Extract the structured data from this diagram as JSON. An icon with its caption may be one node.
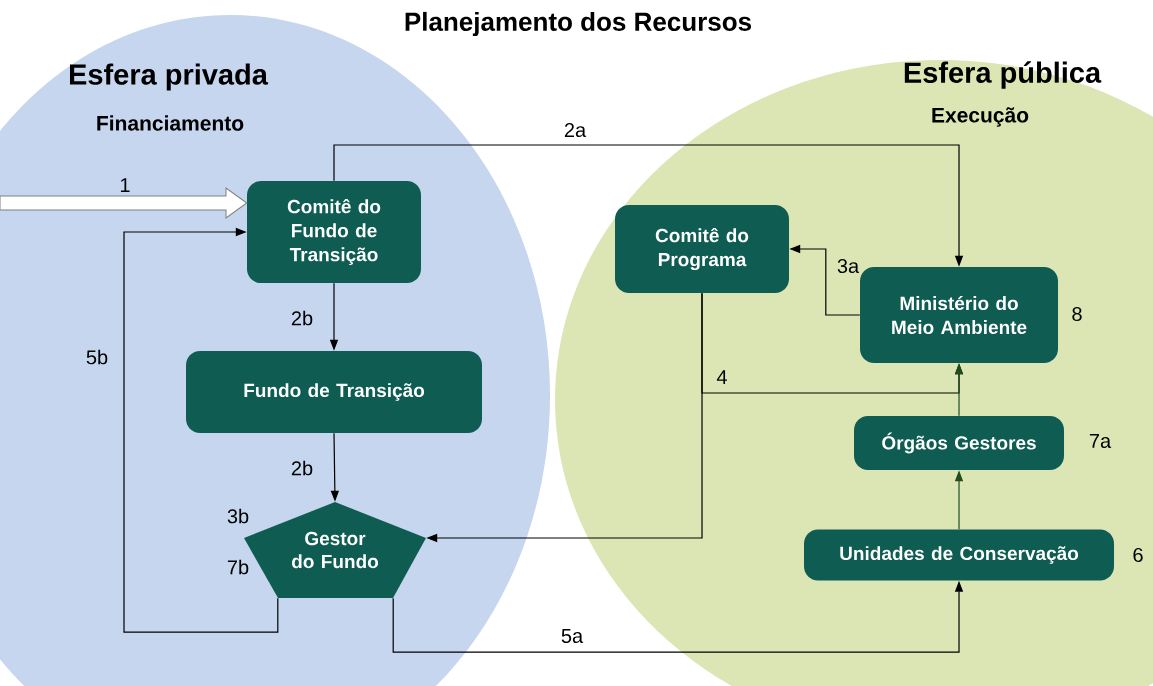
{
  "diagram": {
    "title": "Planejamento dos Recursos",
    "nodes": [
      {
        "text": [
          "Esfera privada",
          "Financiamento"
        ]
      },
      {
        "text": [
          "Esfera pública",
          "Execução"
        ]
      },
      {
        "text": [
          "Comitê do Fundo de Transição"
        ],
        "in": 0
      },
      {
        "text": [
          "Fundo de Transição"
        ],
        "in": 0
      },
      {
        "text": [
          "Gestor do Fundo"
        ],
        "in": 0,
        "beside": [
          "3b",
          "7b"
        ]
      },
      {
        "text": [
          "Comitê do Programa"
        ],
        "in": 1
      },
      {
        "text": [
          "Ministério do Meio Ambiente"
        ],
        "in": 1,
        "beside": [
          "8"
        ]
      },
      {
        "text": [
          "Órgãos Gestores"
        ],
        "in": 1,
        "beside": [
          "7a"
        ]
      },
      {
        "text": [
          "Unidades de Conservação"
        ],
        "in": 1,
        "beside": [
          "6"
        ]
      }
    ],
    "edges": [
      {
        "from": null,
        "to": 2,
        "arrow": "to",
        "label": "1",
        "style": "thick"
      },
      {
        "from": 2,
        "to": 6,
        "arrow": "to",
        "label": "2a"
      },
      {
        "from": 2,
        "to": 3,
        "arrow": "to",
        "label": "2b"
      },
      {
        "from": 3,
        "to": 4,
        "arrow": "to",
        "label": "2b"
      },
      {
        "from": 6,
        "to": 5,
        "arrow": "to",
        "label": "3a"
      },
      {
        "from": 5,
        "to": 6,
        "arrow": "to",
        "label": "4"
      },
      {
        "from": 5,
        "to": 4,
        "arrow": "to"
      },
      {
        "from": 7,
        "to": 6,
        "arrow": "to",
        "color": "#1f4d1f"
      },
      {
        "from": 8,
        "to": 7,
        "arrow": "to",
        "color": "#1f4d1f"
      },
      {
        "from": 4,
        "to": 2,
        "arrow": "to",
        "label": "5b"
      },
      {
        "from": 4,
        "to": 8,
        "arrow": "to",
        "label": "5a"
      }
    ]
  }
}
